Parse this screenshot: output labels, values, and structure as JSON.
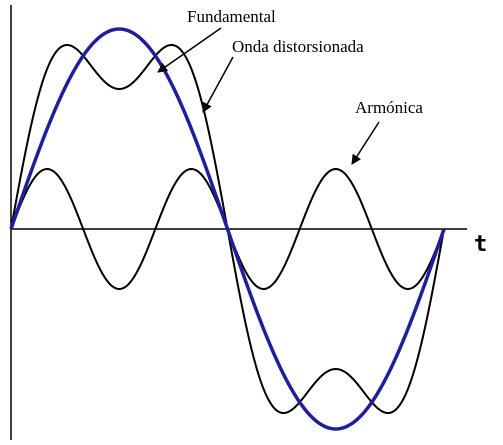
{
  "labels": {
    "fundamental": "Fundamental",
    "distorted": "Onda distorsionada",
    "harmonic": "Armónica",
    "time_axis": "t"
  },
  "curves": {
    "fundamental_color": "#1f1f9e",
    "harmonic_color": "#000000",
    "distorted_color": "#000000",
    "axis_color": "#000000"
  },
  "wave_model": {
    "fundamental_cycles": 1,
    "harmonic_order": 3,
    "harmonic_to_fundamental_amplitude_ratio": 0.3,
    "distorted_formula": "fundamental + harmonic"
  }
}
